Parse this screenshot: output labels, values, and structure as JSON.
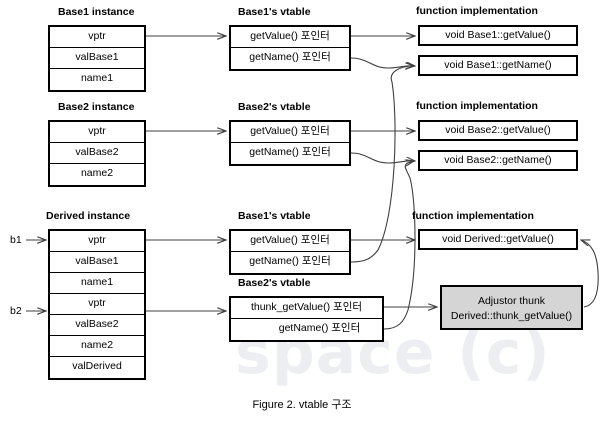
{
  "figure": {
    "caption": "Figure 2. vtable 구조",
    "watermark": "space (c)"
  },
  "columns": {
    "instance_header_1": "Base1 instance",
    "instance_header_2": "Base2 instance",
    "instance_header_3": "Derived instance",
    "vtable_header_1": "Base1's vtable",
    "vtable_header_2": "Base2's vtable",
    "vtable_header_3": "Base1's vtable",
    "vtable_header_4": "Base2's vtable",
    "impl_header_1": "function  implementation",
    "impl_header_2": "function  implementation",
    "impl_header_3": "function  implementation"
  },
  "base1": {
    "instance_rows": [
      "vptr",
      "valBase1",
      "name1"
    ],
    "vtable_rows": [
      "getValue() 포인터",
      "getName() 포인터"
    ],
    "impl": [
      "void Base1::getValue()",
      "void Base1::getName()"
    ]
  },
  "base2": {
    "instance_rows": [
      "vptr",
      "valBase2",
      "name2"
    ],
    "vtable_rows": [
      "getValue() 포인터",
      "getName() 포인터"
    ],
    "impl": [
      "void Base2::getValue()",
      "void Base2::getName()"
    ]
  },
  "derived": {
    "pointer_labels": [
      "b1",
      "b2"
    ],
    "instance_rows": [
      "vptr",
      "valBase1",
      "name1",
      "vptr",
      "valBase2",
      "name2",
      "valDerived"
    ],
    "vtable_base1_rows": [
      "getValue() 포인터",
      "getName() 포인터"
    ],
    "vtable_base2_rows": [
      "thunk_getValue() 포인터",
      "getName() 포인터"
    ],
    "impl": [
      "void Derived::getValue()"
    ],
    "thunk": {
      "line1": "Adjustor thunk",
      "line2": "Derived::thunk_getValue()"
    }
  },
  "colors": {
    "stroke": "#000000",
    "wire": "#3f3f3f",
    "thunk_fill": "#d5d5d5",
    "watermark": "#eceef2",
    "background": "#ffffff"
  }
}
